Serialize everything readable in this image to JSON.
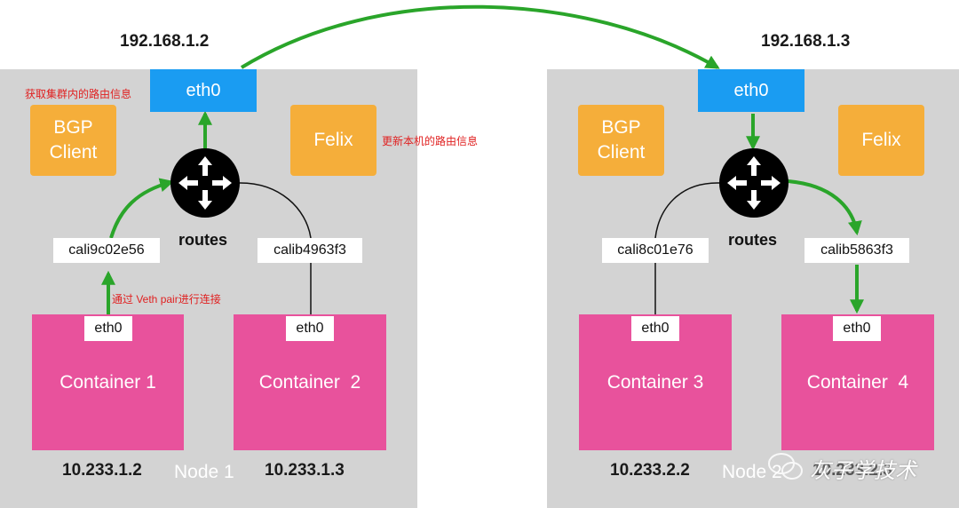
{
  "nodes": [
    {
      "name": "Node 1",
      "host_ip": "192.168.1.2",
      "eth": "eth0",
      "bgp": [
        "BGP",
        "Client"
      ],
      "felix": "Felix",
      "routes": "routes",
      "veths": [
        "cali9c02e56",
        "calib4963f3"
      ],
      "containers": [
        {
          "name": "Container 1",
          "eth": "eth0",
          "ip": "10.233.1.2"
        },
        {
          "name": "Container  2",
          "eth": "eth0",
          "ip": "10.233.1.3"
        }
      ]
    },
    {
      "name": "Node 2",
      "host_ip": "192.168.1.3",
      "eth": "eth0",
      "bgp": [
        "BGP",
        "Client"
      ],
      "felix": "Felix",
      "routes": "routes",
      "veths": [
        "cali8c01e76",
        "calib5863f3"
      ],
      "containers": [
        {
          "name": "Container 3",
          "eth": "eth0",
          "ip": "10.233.2.2"
        },
        {
          "name": "Container  4",
          "eth": "eth0",
          "ip": "10.233.2.3"
        }
      ]
    }
  ],
  "notes": {
    "bgp": "获取集群内的路由信息",
    "felix": "更新本机的路由信息",
    "veth": "通过 Veth pair进行连接"
  },
  "watermark": "灰子学技术",
  "colors": {
    "node_bg": "#d3d3d3",
    "eth": "#1a9cf2",
    "agent": "#f5ae3a",
    "container": "#e8529c",
    "arrow": "#2aa52a",
    "note": "#e02020"
  }
}
